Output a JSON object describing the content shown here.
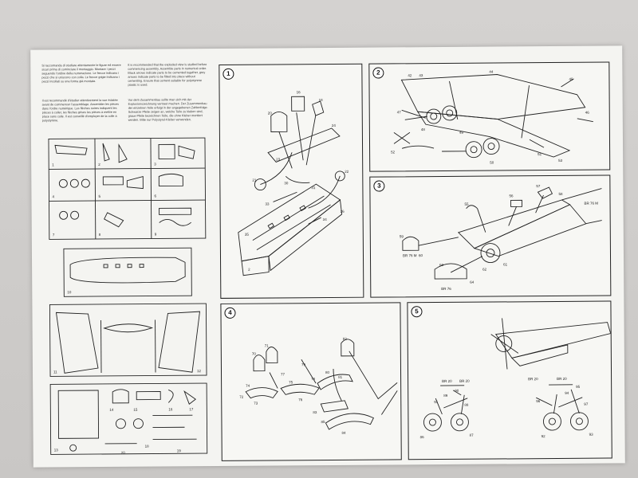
{
  "intro": {
    "italian_1": "Si raccomanda di studiare attentamente le figure ed essere sicuri prima di cominciare il montaggio. Montare i pezzi seguendo l'ordine della numerazione. Le frecce indicano i pezzi che si uniscono con colla. Le frecce grigie indicano i pezzi incollati su una forma già montata.",
    "english": "It is recommended that the exploded view is studied before commencing assembly. Assemble parts in numerical order. Black arrows indicate parts to be cemented together, grey arrows indicate parts to be fitted into place without cementing. Ensure that cement suitable for polystyrene plastic is used.",
    "french": "Il est recommandé d'étudier attentivement la vue éclatée avant de commencer l'assemblage. Assembler les pièces dans l'ordre numérique. Les flèches noires indiquent les pièces à coller, les flèches grises les pièces à mettre en place sans colle. Il est conseillé d'employer de la colle à polystyrène.",
    "german": "Vor dem Zusammenbau sollte man sich mit der Explosionszeichnung vertraut machen. Der Zusammenbau der einzelnen Teile erfolgt in der angegebenen Zahlenfolge. Schwarze Pfeile zeigen an, welche Teile zu kleben sind, graue Pfeile bezeichnen Teile, die ohne Kleber montiert werden. Bitte nur Polystyrol-Kleber verwenden."
  },
  "steps": [
    {
      "number": "1",
      "labels": [
        "16",
        "18",
        "20",
        "21",
        "22",
        "23",
        "24",
        "30",
        "31",
        "33",
        "34",
        "35",
        "26",
        "2"
      ]
    },
    {
      "number": "2",
      "labels": [
        "42",
        "43",
        "44",
        "45",
        "46",
        "47",
        "48",
        "49",
        "50",
        "51",
        "52",
        "53"
      ]
    },
    {
      "number": "3",
      "labels": [
        "55",
        "56",
        "57",
        "58",
        "59",
        "60",
        "61",
        "62",
        "63",
        "64",
        "BR 76 M",
        "BR 76 M",
        "BR 76"
      ]
    },
    {
      "number": "4",
      "labels": [
        "70",
        "71",
        "72",
        "73",
        "74",
        "75",
        "76",
        "77",
        "78",
        "79",
        "80",
        "81",
        "82",
        "83",
        "84",
        "85"
      ]
    },
    {
      "number": "5",
      "labels": [
        "BR 20",
        "BR 20",
        "BR 20",
        "BR 20",
        "86",
        "87",
        "88",
        "89",
        "90",
        "91",
        "92",
        "93",
        "94",
        "95",
        "96",
        "97"
      ]
    }
  ],
  "sprue_tree_labels": [
    "1",
    "2",
    "3",
    "4",
    "5",
    "6",
    "7",
    "8",
    "9",
    "10",
    "11",
    "12",
    "13",
    "14",
    "15",
    "16",
    "17",
    "18",
    "19",
    "20"
  ]
}
